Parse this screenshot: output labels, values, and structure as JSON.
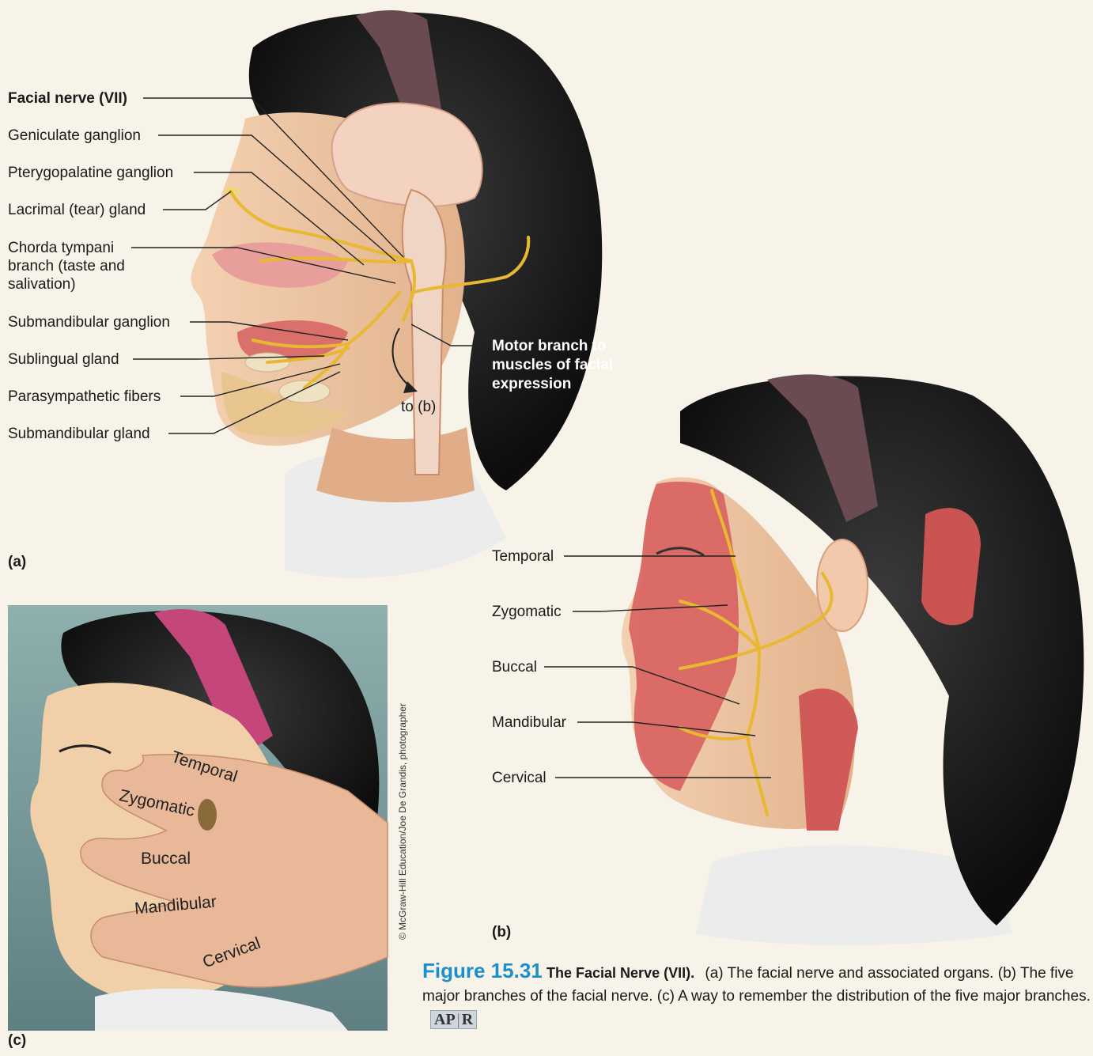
{
  "panel_a": {
    "labels": [
      {
        "text": "Facial nerve (VII)"
      },
      {
        "text": "Geniculate ganglion"
      },
      {
        "text": "Pterygopalatine ganglion"
      },
      {
        "text": "Lacrimal (tear) gland"
      },
      {
        "text": "Chorda tympani branch (taste and salivation)"
      },
      {
        "text": "Submandibular ganglion"
      },
      {
        "text": "Sublingual gland"
      },
      {
        "text": "Parasympathetic fibers"
      },
      {
        "text": "Submandibular gland"
      }
    ],
    "motor_label": "Motor branch to muscles of facial expression",
    "to_b": "to (b)",
    "panel_letter": "(a)"
  },
  "panel_b": {
    "labels": [
      {
        "text": "Temporal"
      },
      {
        "text": "Zygomatic"
      },
      {
        "text": "Buccal"
      },
      {
        "text": "Mandibular"
      },
      {
        "text": "Cervical"
      }
    ],
    "panel_letter": "(b)"
  },
  "panel_c": {
    "finger_labels": [
      "Temporal",
      "Zygomatic",
      "Buccal",
      "Mandibular",
      "Cervical"
    ],
    "panel_letter": "(c)",
    "credit": "© McGraw-Hill Education/Joe De Grandis, photographer"
  },
  "caption": {
    "figure": "Figure 15.31",
    "title": "The Facial Nerve (VII).",
    "text": "(a) The facial nerve and associated organs. (b) The five major branches of the facial nerve. (c) A way to remember the distribution of the five major branches.",
    "badge_left": "AP",
    "badge_right": "R"
  },
  "colors": {
    "nerve": "#e8b830",
    "hair": "#1b1b1b",
    "skin": "#f0c9a8",
    "muscle": "#d8605e",
    "photo_bg": "#7fa0a0",
    "caption_accent": "#1a8fc9"
  }
}
